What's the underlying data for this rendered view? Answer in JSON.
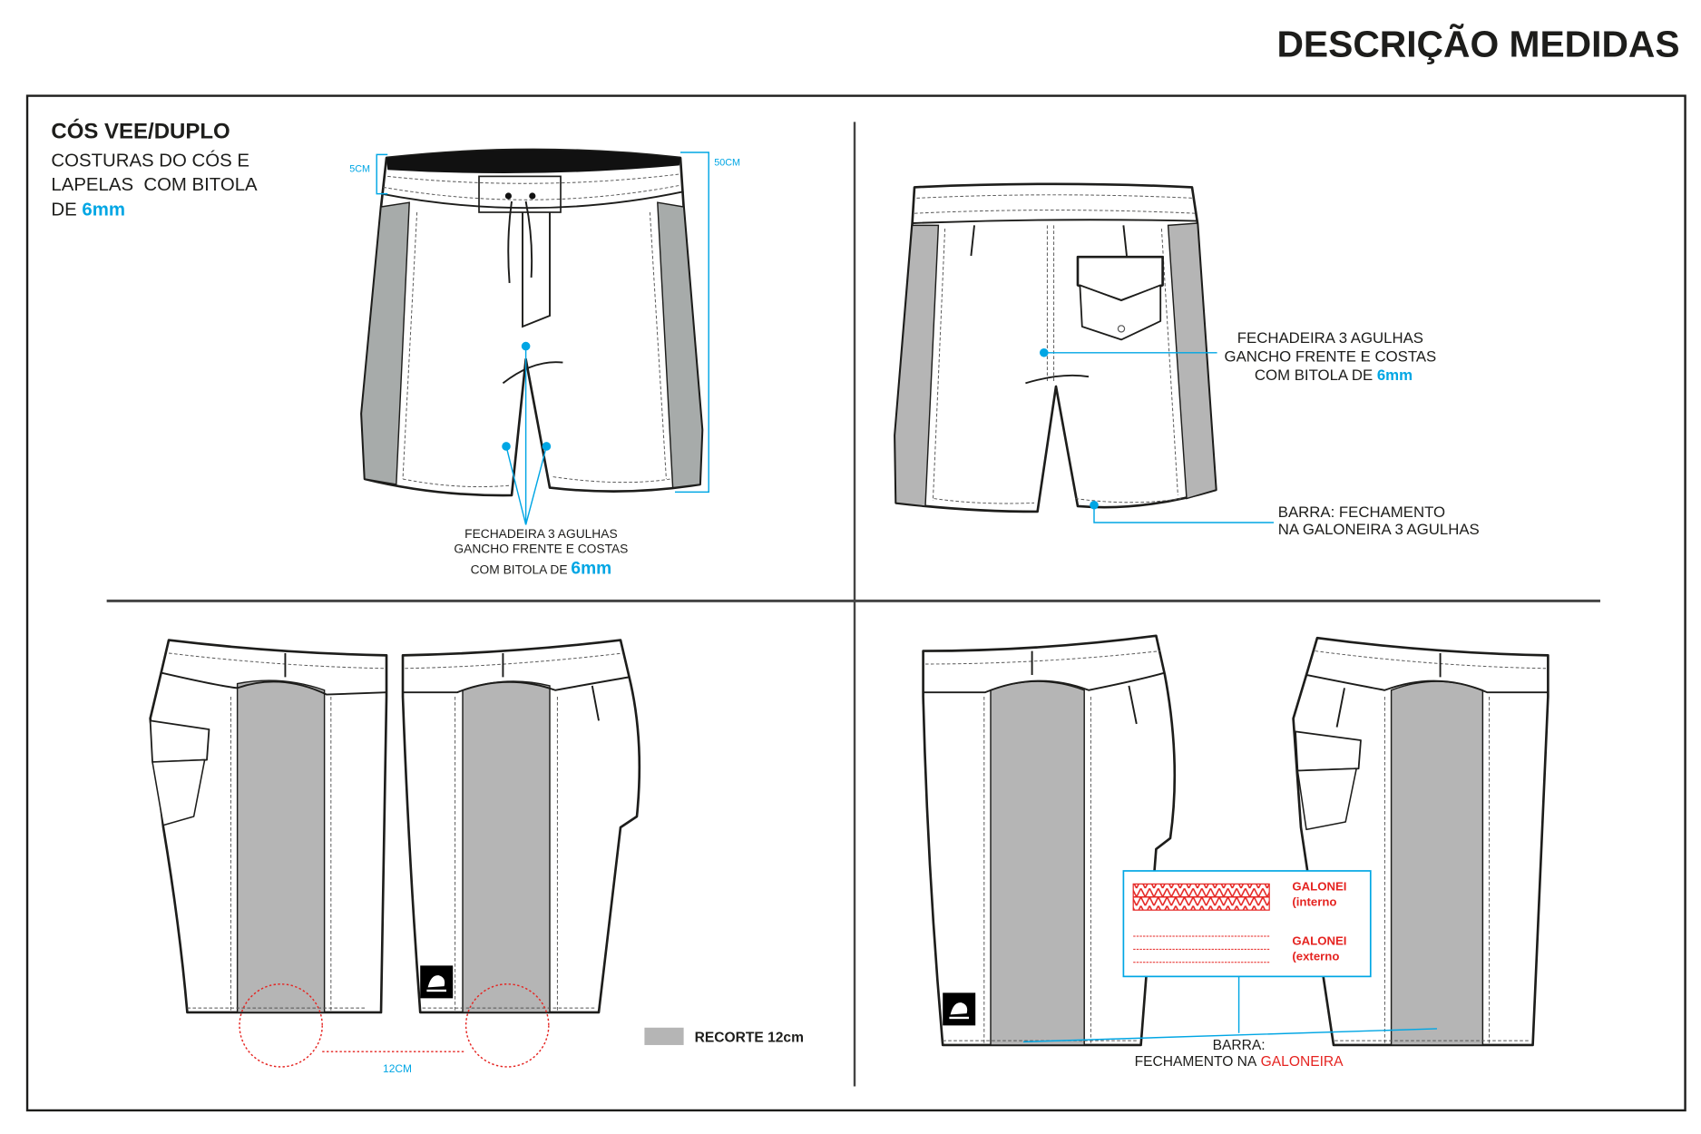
{
  "title": "DESCRIÇÃO MEDIDAS",
  "panel_front": {
    "heading": "CÓS VEE/DUPLO",
    "desc_line1": "COSTURAS DO CÓS E",
    "desc_line2": "LAPELAS  COM BITOLA",
    "desc_line3_prefix": "DE",
    "desc_line3_value": "6mm",
    "measure_waistband": "5CM",
    "measure_length": "50CM",
    "callout_line1": "FECHADEIRA 3 AGULHAS",
    "callout_line2": "GANCHO FRENTE E COSTAS",
    "callout_line3_prefix": "COM BITOLA DE",
    "callout_line3_value": "6mm"
  },
  "panel_back": {
    "callout_line1": "FECHADEIRA 3 AGULHAS",
    "callout_line2": "GANCHO FRENTE E COSTAS",
    "callout_line3_prefix": "COM BITOLA DE",
    "callout_line3_value": "6mm",
    "hem_line1": "BARRA: FECHAMENTO",
    "hem_line2": "NA GALONEIRA 3 AGULHAS"
  },
  "panel_sides_left": {
    "measure_label": "12CM",
    "legend_label": "RECORTE 12cm",
    "legend_color": "#b5b5b5"
  },
  "panel_sides_right": {
    "stitch_internal_label1": "GALONEI",
    "stitch_internal_label2": "(interno",
    "stitch_external_label1": "GALONEI",
    "stitch_external_label2": "(externo",
    "hem_line1": "BARRA:",
    "hem_line2_prefix": "FECHAMENTO NA",
    "hem_line2_value": "GALONEIRA"
  },
  "colors": {
    "accent_blue": "#00a6e4",
    "accent_red": "#e52421",
    "panel_grey": "#b5b5b5"
  }
}
